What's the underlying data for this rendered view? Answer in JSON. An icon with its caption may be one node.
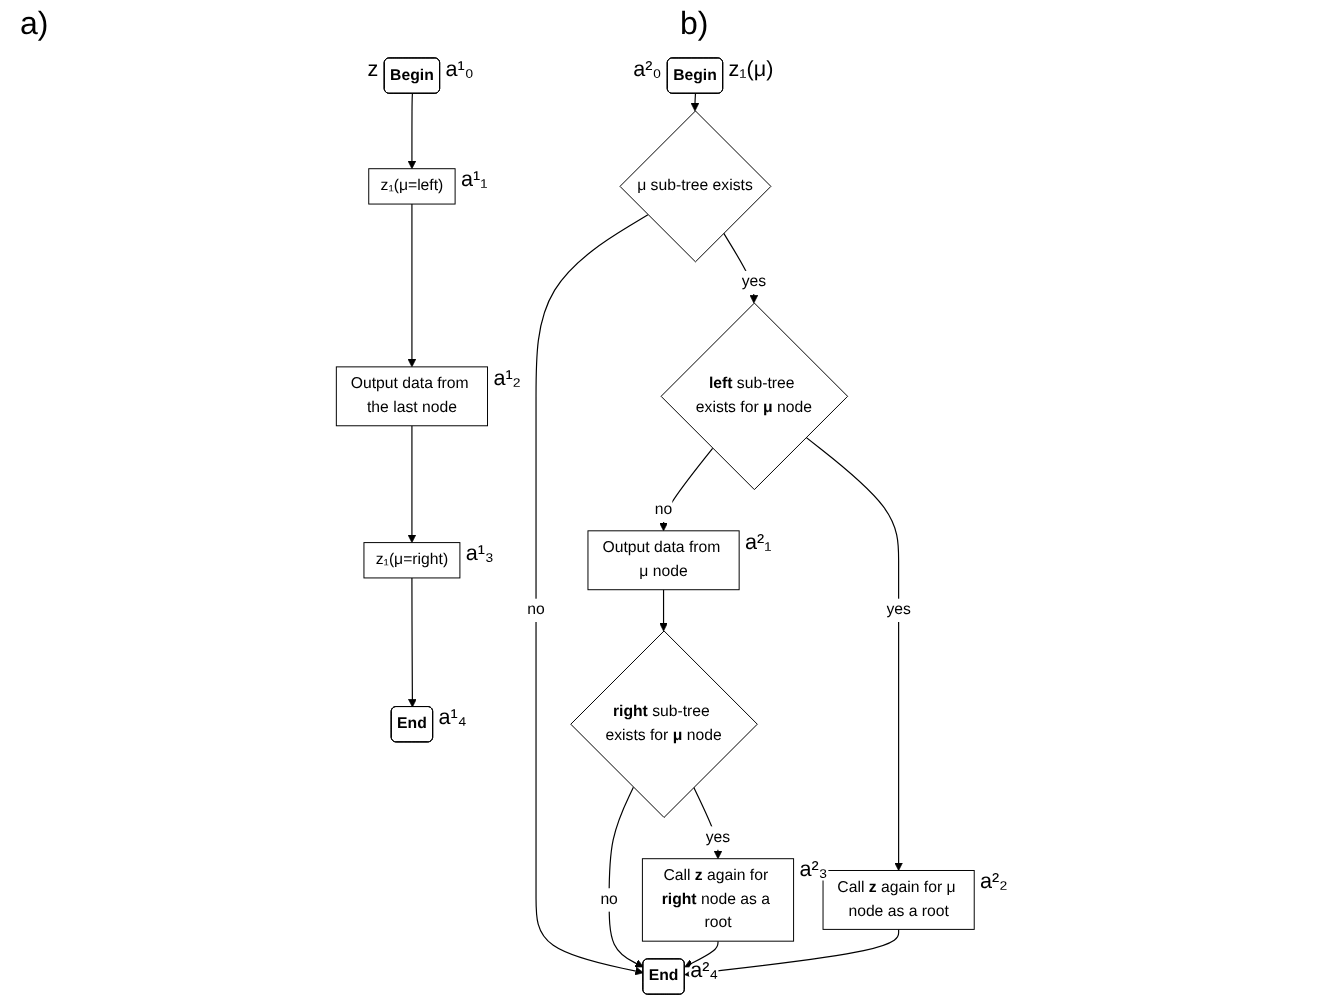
{
  "diagram": {
    "nodes": [
      {
        "text": [
          "Begin"
        ],
        "beside": [
          "z",
          "a¹₀"
        ]
      },
      {
        "text": [
          "z₁(μ=left)"
        ],
        "beside": [
          "a¹₁"
        ]
      },
      {
        "text": [
          "Output data from the last node"
        ],
        "beside": [
          "a¹₂"
        ]
      },
      {
        "text": [
          "z₁(μ=right)"
        ],
        "beside": [
          "a¹₃"
        ]
      },
      {
        "text": [
          "End"
        ],
        "beside": [
          "a¹₄"
        ]
      },
      {
        "text": [
          "Begin"
        ],
        "beside": [
          "a²₀",
          "z₁(μ)"
        ]
      },
      {
        "text": [
          "μ sub-tree exists"
        ]
      },
      {
        "text": [
          "**left** sub-tree exists for **μ** node"
        ]
      },
      {
        "text": [
          "Output data from μ node"
        ],
        "beside": [
          "a²₁"
        ]
      },
      {
        "text": [
          "Call **z** again for μ node as a root"
        ],
        "beside": [
          "a²₂"
        ]
      },
      {
        "text": [
          "**right** sub-tree exists for **μ** node"
        ]
      },
      {
        "text": [
          "Call **z** again for **right** node as a root"
        ],
        "beside": [
          "a²₃"
        ]
      },
      {
        "text": [
          "End"
        ],
        "beside": [
          "a²₄"
        ]
      }
    ],
    "edges": [
      {
        "from": 0,
        "to": 1,
        "arrow": "to"
      },
      {
        "from": 1,
        "to": 2,
        "arrow": "to"
      },
      {
        "from": 2,
        "to": 3,
        "arrow": "to"
      },
      {
        "from": 3,
        "to": 4,
        "arrow": "to"
      },
      {
        "from": 5,
        "to": 6,
        "arrow": "to"
      },
      {
        "from": 6,
        "to": 7,
        "arrow": "to",
        "label": "yes"
      },
      {
        "from": 6,
        "to": 12,
        "arrow": "to",
        "label": "no"
      },
      {
        "from": 7,
        "to": 8,
        "arrow": "to",
        "label": "no"
      },
      {
        "from": 7,
        "to": 9,
        "arrow": "to",
        "label": "yes"
      },
      {
        "from": 8,
        "to": 10,
        "arrow": "to"
      },
      {
        "from": 10,
        "to": 11,
        "arrow": "to",
        "label": "yes"
      },
      {
        "from": 10,
        "to": 12,
        "arrow": "to",
        "label": "no"
      },
      {
        "from": 11,
        "to": 12,
        "arrow": "to"
      },
      {
        "from": 9,
        "to": 12,
        "arrow": "to"
      }
    ],
    "labels": [
      "a)",
      "b)"
    ]
  }
}
